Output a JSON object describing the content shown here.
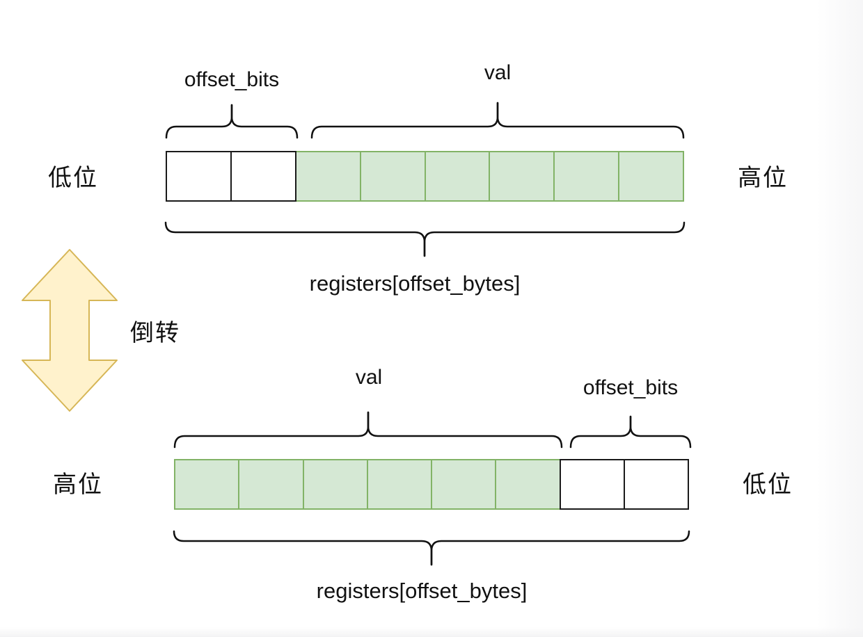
{
  "colors": {
    "val_fill": "#d5e8d4",
    "val_border": "#82b366",
    "offset_fill": "#ffffff",
    "offset_border": "#1a1a1a",
    "arrow_fill": "#fff2cc",
    "arrow_border": "#d6b656"
  },
  "top_section": {
    "offset_label": "offset_bits",
    "val_label": "val",
    "left_label": "低位",
    "right_label": "高位",
    "register_label": "registers[offset_bytes]",
    "cells": [
      "offset",
      "offset",
      "val",
      "val",
      "val",
      "val",
      "val",
      "val"
    ]
  },
  "middle": {
    "flip_label": "倒转"
  },
  "bottom_section": {
    "val_label": "val",
    "offset_label": "offset_bits",
    "left_label": "高位",
    "right_label": "低位",
    "register_label": "registers[offset_bytes]",
    "cells": [
      "val",
      "val",
      "val",
      "val",
      "val",
      "val",
      "offset",
      "offset"
    ]
  }
}
